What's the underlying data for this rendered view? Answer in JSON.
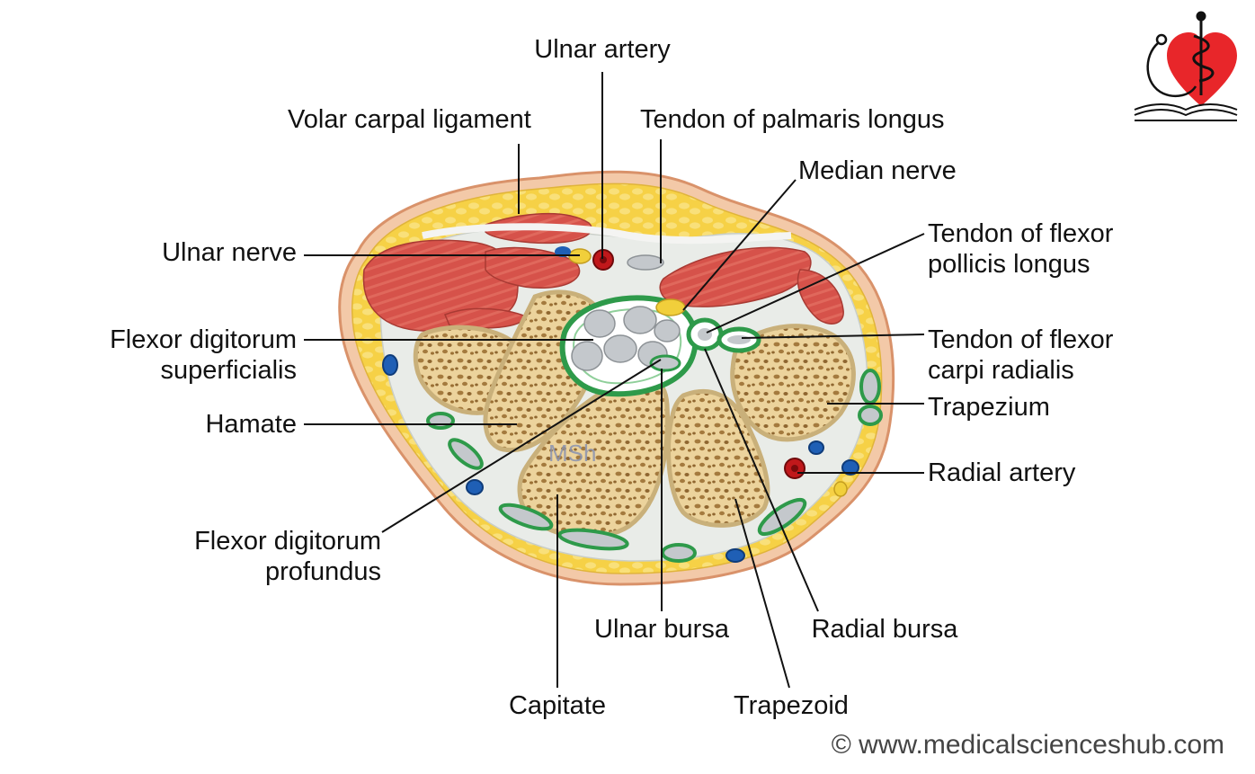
{
  "labels": {
    "ulnar_artery": "Ulnar artery",
    "volar_carpal_ligament": "Volar carpal ligament",
    "tendon_palmaris_longus": "Tendon of palmaris longus",
    "median_nerve": "Median nerve",
    "tendon_fpl_line1": "Tendon of flexor",
    "tendon_fpl_line2": "pollicis longus",
    "ulnar_nerve": "Ulnar nerve",
    "fds_line1": "Flexor digitorum",
    "fds_line2": "superficialis",
    "tendon_fcr_line1": "Tendon of flexor",
    "tendon_fcr_line2": "carpi radialis",
    "hamate": "Hamate",
    "trapezium": "Trapezium",
    "radial_artery": "Radial artery",
    "fdp_line1": "Flexor digitorum",
    "fdp_line2": "profundus",
    "ulnar_bursa": "Ulnar bursa",
    "radial_bursa": "Radial bursa",
    "capitate": "Capitate",
    "trapezoid": "Trapezoid"
  },
  "artist_mark": "MSh",
  "copyright": "© www.medicalscienceshub.com",
  "colors": {
    "skin": "#f3c9a8",
    "fat": "#f7d34a",
    "muscle": "#d9534a",
    "bone": "#e8cf96",
    "tendon": "#c4c8cc",
    "sheath": "#2e9a4a",
    "artery": "#c0181b",
    "vein": "#1f5fb5",
    "nerve": "#f1cf3b"
  },
  "logo_icons": [
    "heart-icon",
    "caduceus-icon",
    "stethoscope-icon",
    "book-icon"
  ]
}
